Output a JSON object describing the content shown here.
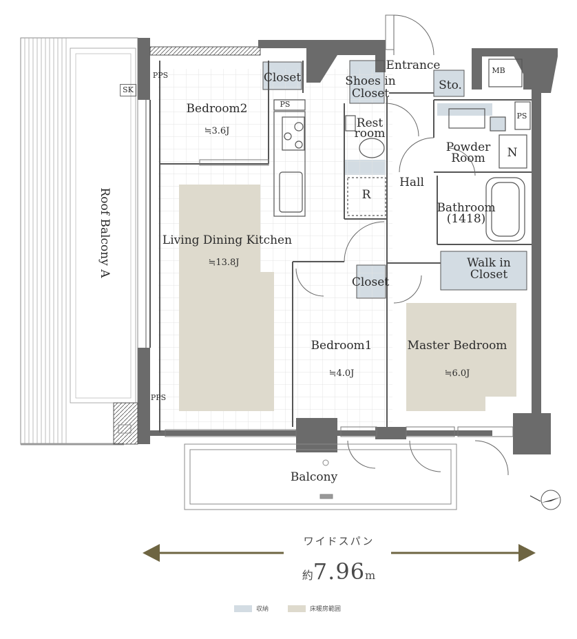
{
  "rooms": {
    "roof_balcony": "Roof Balcony A",
    "bedroom2": "Bedroom2",
    "bedroom2_area": "≒3.6J",
    "closet_top": "Closet",
    "ps_kitchen": "PS",
    "pps_top": "PPS",
    "sk": "SK",
    "shoes_in_closet_1": "Shoes in",
    "shoes_in_closet_2": "Closet",
    "entrance": "Entrance",
    "storage": "Sto.",
    "mb": "MB",
    "ps_right": "PS",
    "restroom_1": "Rest",
    "restroom_2": "room",
    "powder_room_1": "Powder",
    "powder_room_2": "Room",
    "n_mark": "N",
    "r_mark": "R",
    "hall": "Hall",
    "bathroom_1": "Bathroom",
    "bathroom_2": "(1418)",
    "ldk": "Living Dining Kitchen",
    "ldk_area": "≒13.8J",
    "walkin_1": "Walk in",
    "walkin_2": "Closet",
    "closet_mid": "Closet",
    "bedroom1": "Bedroom1",
    "bedroom1_area": "≒4.0J",
    "master_bedroom": "Master Bedroom",
    "master_area": "≒6.0J",
    "pps_bottom": "PPS",
    "balcony": "Balcony"
  },
  "wide_span": {
    "title": "ワイドスパン",
    "prefix": "約",
    "value": "7.96",
    "unit": "m"
  },
  "legend": [
    {
      "label": "収納",
      "color": "#d3dce3"
    },
    {
      "label": "床暖房範囲",
      "color": "#dedacd"
    }
  ],
  "colors": {
    "wall": "#6b6b6b",
    "storage": "#d3dce3",
    "floor_heating": "#dedacd",
    "line": "#555555",
    "arrow": "#6e6542"
  }
}
